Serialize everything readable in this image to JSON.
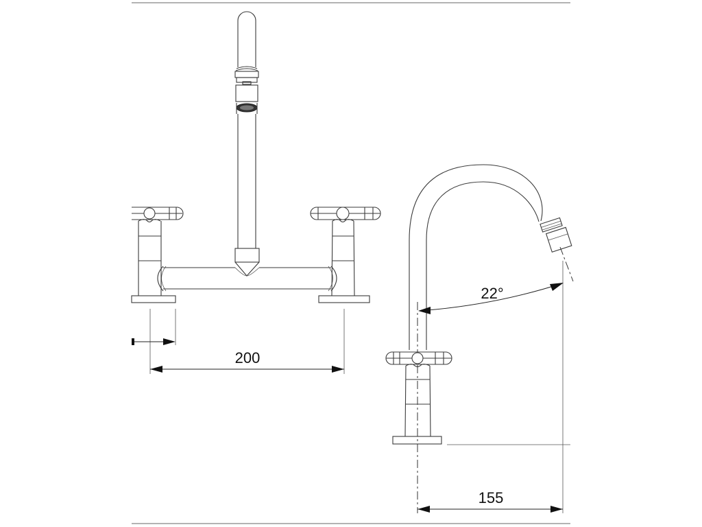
{
  "drawing": {
    "type": "technical-drawing",
    "subject": "bridge mixer faucet with cross handles",
    "views": [
      {
        "name": "front-view",
        "description": "bridge mixer with tall straight swivel spout and two cross handles"
      },
      {
        "name": "side-view",
        "description": "gooseneck spout profile with single cross handle"
      }
    ]
  },
  "dimensions": {
    "center_spacing": "200",
    "reach": "155",
    "spout_angle": "22°"
  },
  "colors": {
    "line": "#3a3a3a",
    "frame": "#9a9a9a",
    "background": "#ffffff"
  }
}
